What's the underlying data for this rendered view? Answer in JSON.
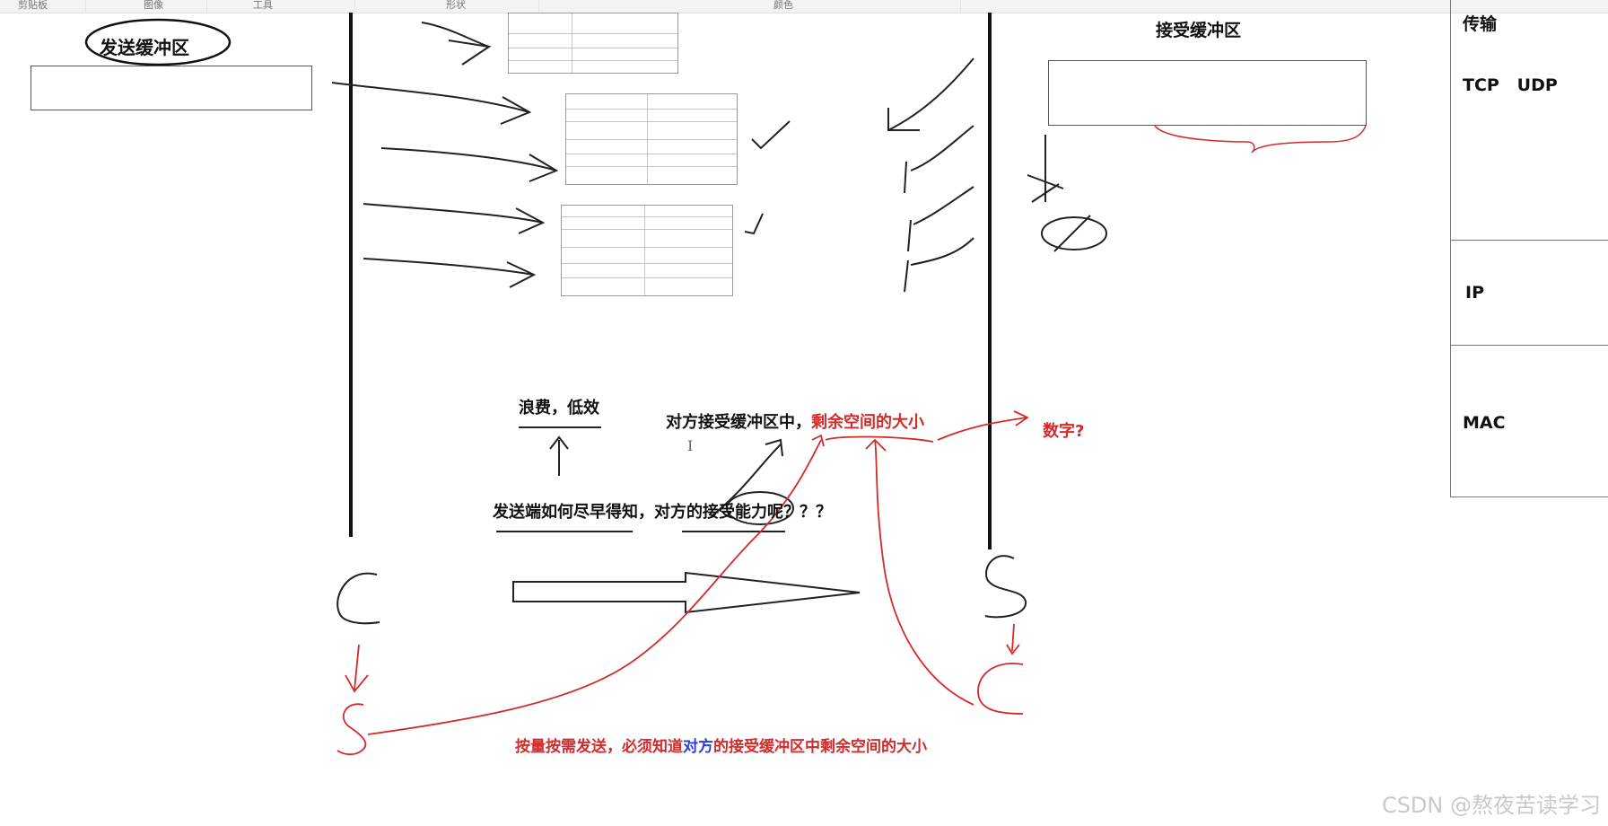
{
  "toolbar": {
    "groups": [
      "剪贴板",
      "图像",
      "工具",
      "形状",
      "颜色"
    ]
  },
  "sender": {
    "buffer_label": "发送缓冲区"
  },
  "receiver": {
    "buffer_label": "接受缓冲区"
  },
  "layers": {
    "transport": "传输",
    "transport_protocols": "TCP   UDP",
    "network": "IP",
    "link": "MAC"
  },
  "notes": {
    "waste": "浪费，低效",
    "remaining_prefix": "对方接受缓冲区中，",
    "remaining_red": "剩余空间的大小",
    "number": "数字?",
    "question_main": "发送端如何尽早得知，对方的接受能力呢？？？",
    "bottom_red_1": "按量按需发送，必须知道",
    "bottom_blue": "对方",
    "bottom_red_2": "的接受缓冲区中剩余空间的大小"
  },
  "watermark": "CSDN @熬夜苦读学习",
  "colors": {
    "ink": "#111111",
    "red": "#d42a2a",
    "blue": "#2b3fd6"
  }
}
